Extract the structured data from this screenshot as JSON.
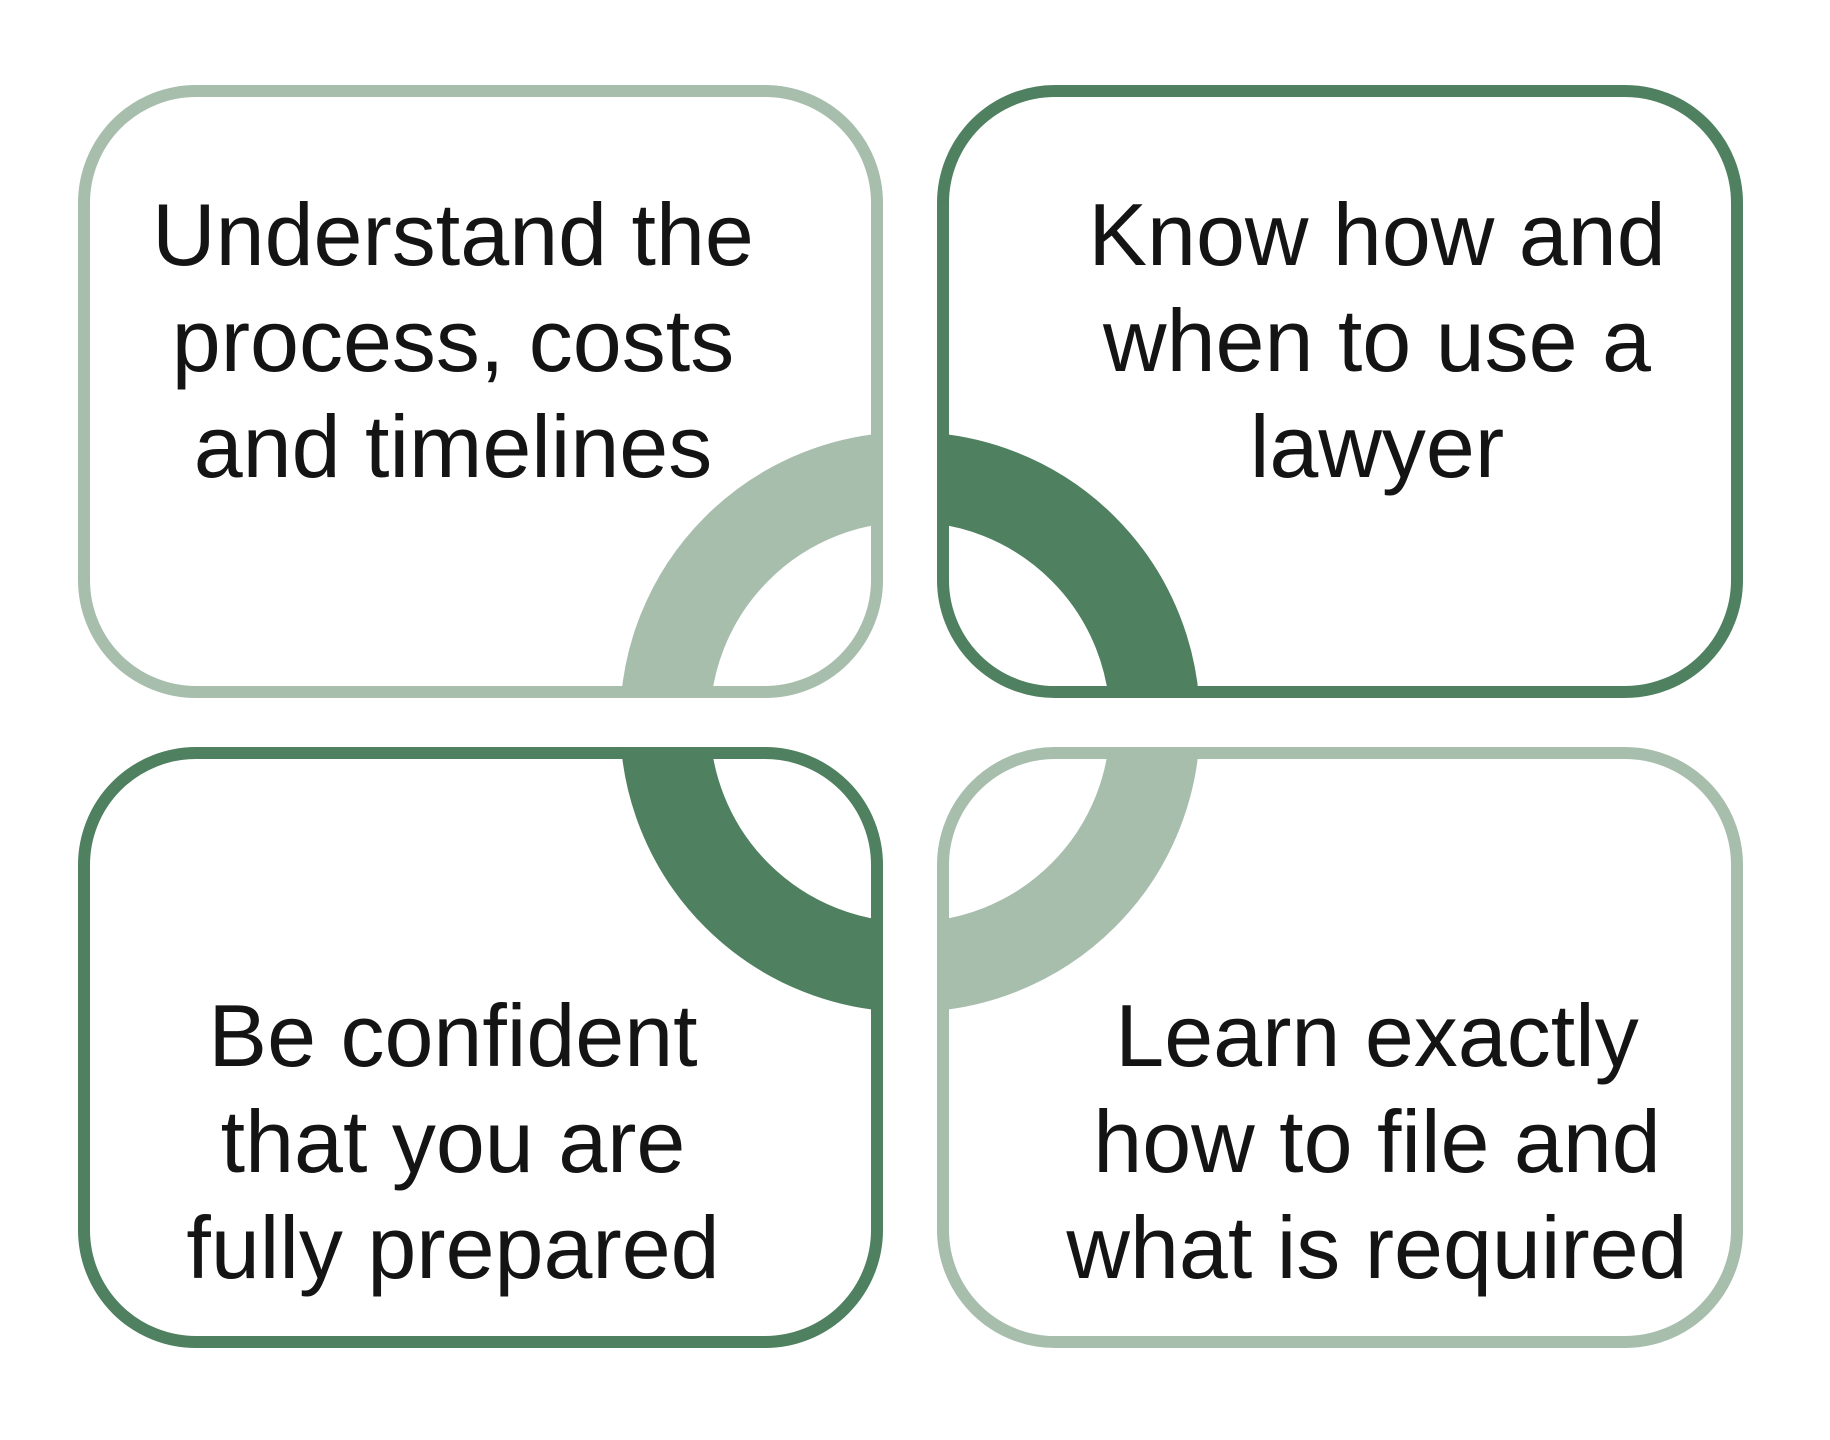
{
  "palette": {
    "page_bg": "#ffffff",
    "sage_light": "#A8BEAD",
    "sage_dark": "#4F805F",
    "text_color": "#141414"
  },
  "cards": [
    {
      "id": "understand-process",
      "position": "top-left",
      "accent": "light",
      "accent_color": "#A8BEAD",
      "lines": [
        "Understand the",
        "process, costs",
        "and timelines"
      ]
    },
    {
      "id": "use-lawyer",
      "position": "top-right",
      "accent": "dark",
      "accent_color": "#4F805F",
      "lines": [
        "Know how and",
        "when to use a",
        "lawyer"
      ]
    },
    {
      "id": "be-confident",
      "position": "bottom-left",
      "accent": "dark",
      "accent_color": "#4F805F",
      "lines": [
        "Be confident",
        "that you are",
        "fully prepared"
      ]
    },
    {
      "id": "file-requirements",
      "position": "bottom-right",
      "accent": "light",
      "accent_color": "#A8BEAD",
      "lines": [
        "Learn exactly",
        "how to file and",
        "what is required"
      ]
    }
  ],
  "ring": {
    "segments": [
      {
        "position": "top-left",
        "color": "#A8BEAD"
      },
      {
        "position": "top-right",
        "color": "#4F805F"
      },
      {
        "position": "bottom-left",
        "color": "#4F805F"
      },
      {
        "position": "bottom-right",
        "color": "#A8BEAD"
      }
    ]
  }
}
